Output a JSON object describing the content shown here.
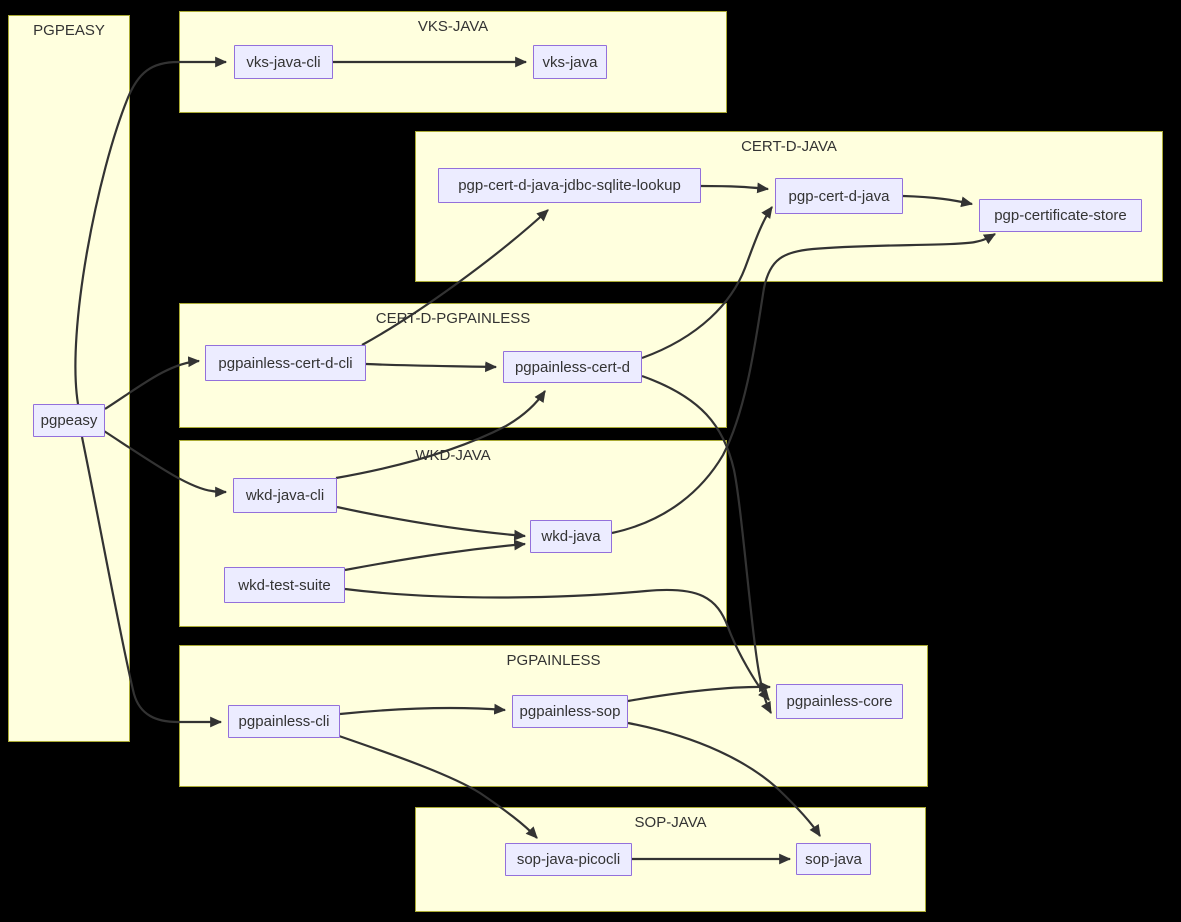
{
  "diagram": {
    "type": "flowchart",
    "background": "#000000",
    "colors": {
      "cluster_fill": "#ffffde",
      "cluster_border": "#aaaa33",
      "node_fill": "#ececff",
      "node_border": "#9370db",
      "edge": "#333333",
      "text": "#333333"
    },
    "clusters": [
      {
        "id": "pgpeasy-group",
        "title": "PGPEASY"
      },
      {
        "id": "vks-java-group",
        "title": "VKS-JAVA"
      },
      {
        "id": "cert-d-java-group",
        "title": "CERT-D-JAVA"
      },
      {
        "id": "cert-d-pgpainless-group",
        "title": "CERT-D-PGPAINLESS"
      },
      {
        "id": "wkd-java-group",
        "title": "WKD-JAVA"
      },
      {
        "id": "pgpainless-group",
        "title": "PGPAINLESS"
      },
      {
        "id": "sop-java-group",
        "title": "SOP-JAVA"
      }
    ],
    "nodes": [
      {
        "id": "pgpeasy",
        "label": "pgpeasy",
        "cluster": "PGPEASY"
      },
      {
        "id": "vks-java-cli",
        "label": "vks-java-cli",
        "cluster": "VKS-JAVA"
      },
      {
        "id": "vks-java",
        "label": "vks-java",
        "cluster": "VKS-JAVA"
      },
      {
        "id": "pgp-cert-d-java-jdbc-sqlite-lookup",
        "label": "pgp-cert-d-java-jdbc-sqlite-lookup",
        "cluster": "CERT-D-JAVA"
      },
      {
        "id": "pgp-cert-d-java",
        "label": "pgp-cert-d-java",
        "cluster": "CERT-D-JAVA"
      },
      {
        "id": "pgp-certificate-store",
        "label": "pgp-certificate-store",
        "cluster": "CERT-D-JAVA"
      },
      {
        "id": "pgpainless-cert-d-cli",
        "label": "pgpainless-cert-d-cli",
        "cluster": "CERT-D-PGPAINLESS"
      },
      {
        "id": "pgpainless-cert-d",
        "label": "pgpainless-cert-d",
        "cluster": "CERT-D-PGPAINLESS"
      },
      {
        "id": "wkd-java-cli",
        "label": "wkd-java-cli",
        "cluster": "WKD-JAVA"
      },
      {
        "id": "wkd-java",
        "label": "wkd-java",
        "cluster": "WKD-JAVA"
      },
      {
        "id": "wkd-test-suite",
        "label": "wkd-test-suite",
        "cluster": "WKD-JAVA"
      },
      {
        "id": "pgpainless-cli",
        "label": "pgpainless-cli",
        "cluster": "PGPAINLESS"
      },
      {
        "id": "pgpainless-sop",
        "label": "pgpainless-sop",
        "cluster": "PGPAINLESS"
      },
      {
        "id": "pgpainless-core",
        "label": "pgpainless-core",
        "cluster": "PGPAINLESS"
      },
      {
        "id": "sop-java-picocli",
        "label": "sop-java-picocli",
        "cluster": "SOP-JAVA"
      },
      {
        "id": "sop-java",
        "label": "sop-java",
        "cluster": "SOP-JAVA"
      }
    ],
    "edges": [
      {
        "from": "pgpeasy",
        "to": "vks-java-cli"
      },
      {
        "from": "pgpeasy",
        "to": "pgpainless-cert-d-cli"
      },
      {
        "from": "pgpeasy",
        "to": "wkd-java-cli"
      },
      {
        "from": "pgpeasy",
        "to": "pgpainless-cli"
      },
      {
        "from": "vks-java-cli",
        "to": "vks-java"
      },
      {
        "from": "pgp-cert-d-java-jdbc-sqlite-lookup",
        "to": "pgp-cert-d-java"
      },
      {
        "from": "pgp-cert-d-java",
        "to": "pgp-certificate-store"
      },
      {
        "from": "pgpainless-cert-d-cli",
        "to": "pgpainless-cert-d"
      },
      {
        "from": "pgpainless-cert-d-cli",
        "to": "pgp-cert-d-java-jdbc-sqlite-lookup"
      },
      {
        "from": "pgpainless-cert-d",
        "to": "pgp-cert-d-java"
      },
      {
        "from": "pgpainless-cert-d",
        "to": "pgpainless-core"
      },
      {
        "from": "wkd-java-cli",
        "to": "wkd-java"
      },
      {
        "from": "wkd-java-cli",
        "to": "pgpainless-cert-d"
      },
      {
        "from": "wkd-test-suite",
        "to": "wkd-java"
      },
      {
        "from": "wkd-test-suite",
        "to": "pgpainless-core"
      },
      {
        "from": "wkd-java",
        "to": "pgp-certificate-store"
      },
      {
        "from": "pgpainless-cli",
        "to": "pgpainless-sop"
      },
      {
        "from": "pgpainless-cli",
        "to": "sop-java-picocli"
      },
      {
        "from": "pgpainless-sop",
        "to": "pgpainless-core"
      },
      {
        "from": "pgpainless-sop",
        "to": "sop-java"
      },
      {
        "from": "sop-java-picocli",
        "to": "sop-java"
      }
    ]
  }
}
